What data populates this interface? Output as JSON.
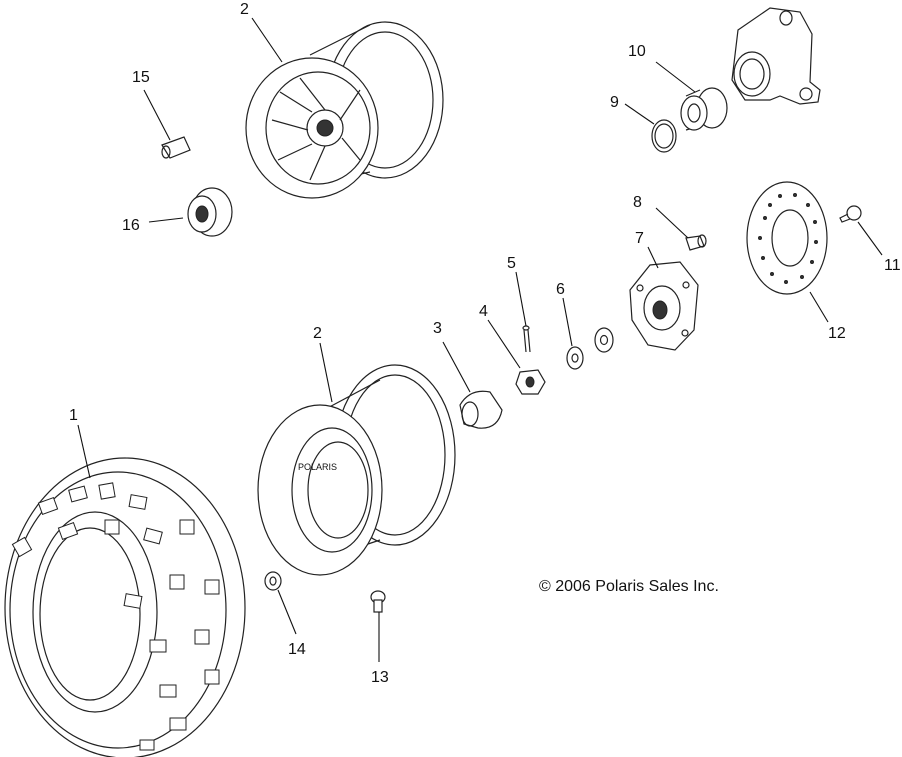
{
  "callouts": {
    "c1": "1",
    "c2a": "2",
    "c2b": "2",
    "c3": "3",
    "c4": "4",
    "c5": "5",
    "c6": "6",
    "c7": "7",
    "c8": "8",
    "c9": "9",
    "c10": "10",
    "c11": "11",
    "c12": "12",
    "c13": "13",
    "c14": "14",
    "c15": "15",
    "c16": "16"
  },
  "copyright": "© 2006 Polaris Sales Inc.",
  "colors": {
    "line": "#222222",
    "background": "#ffffff"
  }
}
